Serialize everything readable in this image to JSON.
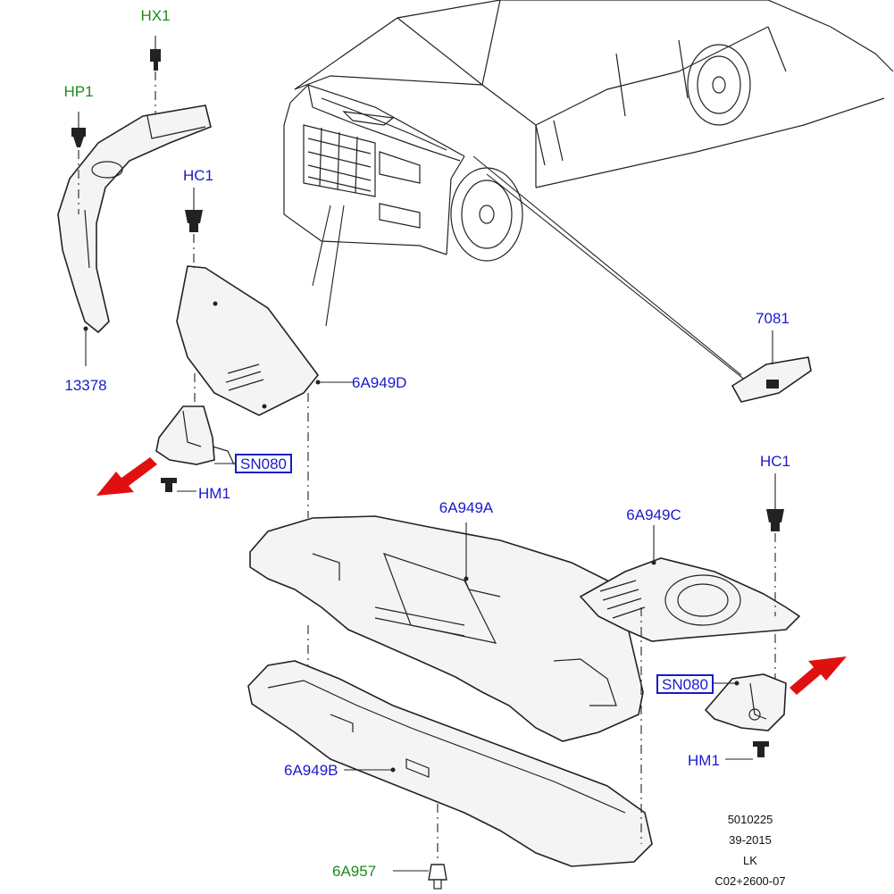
{
  "labels": {
    "hx1": "HX1",
    "hp1": "HP1",
    "hc1_left": "HC1",
    "hc1_right": "HC1",
    "p13378": "13378",
    "p6a949d": "6A949D",
    "sn080_left": "SN080",
    "sn080_right": "SN080",
    "hm1_left": "HM1",
    "hm1_right": "HM1",
    "p6a949a": "6A949A",
    "p6a949c": "6A949C",
    "p7081": "7081",
    "p6a949b": "6A949B",
    "p6a957": "6A957"
  },
  "footer": {
    "line1": "5010225",
    "line2": "39-2015",
    "line3": "LK",
    "line4": "C02+2600-07"
  },
  "colors": {
    "blue_label": "#1a1acc",
    "green_label": "#1c8a1c",
    "arrow": "#e01010",
    "line": "#222222"
  }
}
